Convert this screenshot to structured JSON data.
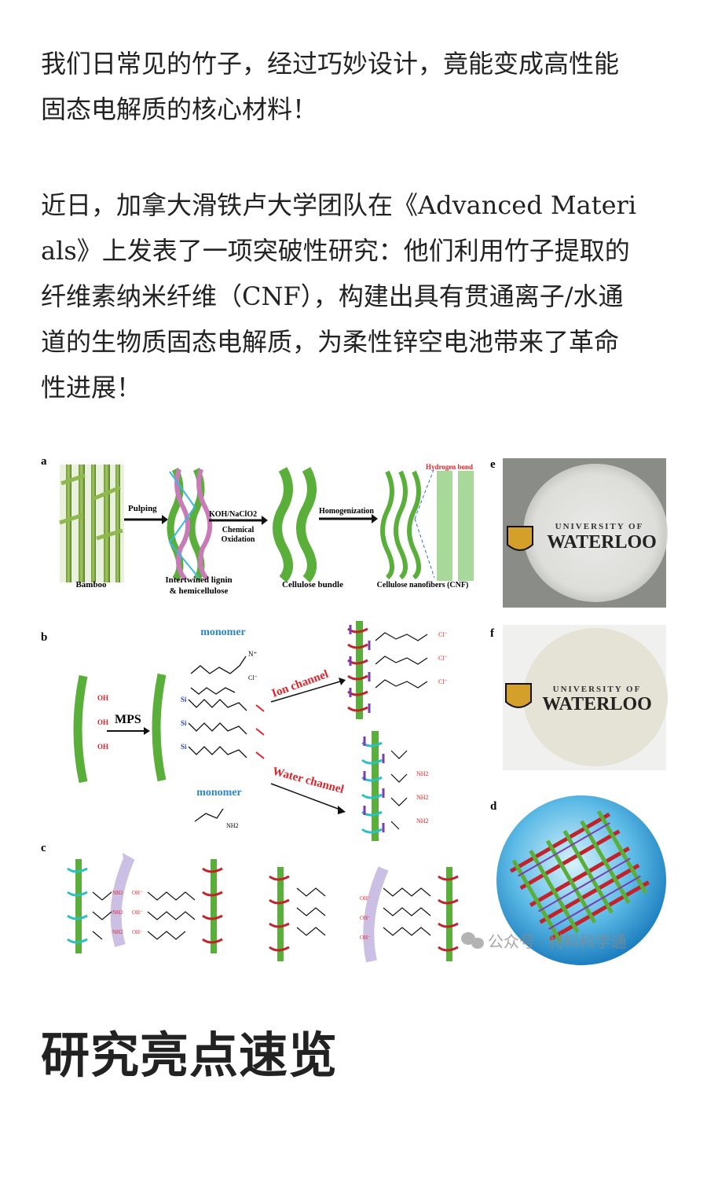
{
  "article": {
    "paragraph1": [
      "我们日常见的竹子，经过巧妙设计，竟能变成高性能",
      "固态电解质的核心材料！"
    ],
    "paragraph2": [
      "近日，加拿大滑铁卢大学团队在《Advanced Materi",
      "als》上发表了一项突破性研究：他们利用竹子提取的",
      "纤维素纳米纤维（CNF），构建出具有贯通离子/水通",
      "道的生物质固态电解质，为柔性锌空电池带来了革命",
      "性进展！"
    ],
    "heading": "研究亮点速览"
  },
  "figure": {
    "panel_labels": {
      "a": "a",
      "b": "b",
      "c": "c",
      "d": "d",
      "e": "e",
      "f": "f"
    },
    "panel_a": {
      "bamboo": "Bamboo",
      "pulping": "Pulping",
      "lignin_1": "Intertwined lignin",
      "lignin_2": "& hemicellulose",
      "koh": "KOH/NaClO2",
      "chem_1": "Chemical",
      "chem_2": "Oxidation",
      "bundle": "Cellulose bundle",
      "homogenization": "Homogenization",
      "cnf": "Cellulose nanofibers (CNF)",
      "hbond": "Hydrogen bond"
    },
    "panel_b": {
      "oh": "OH",
      "mps": "MPS",
      "monomer_top": "monomer",
      "monomer_bottom": "monomer",
      "ion_channel": "Ion channel",
      "water_channel": "Water channel",
      "cl": "Cl⁻",
      "n_plus": "N⁺",
      "nh2": "NH2",
      "si": "Si",
      "oh_minus": "OH⁻"
    },
    "panel_e_text_1": "UNIVERSITY OF",
    "panel_e_text_2": "WATERLOO",
    "watermark": {
      "icon": "wechat-icon",
      "text": "公众号 · 材料科学通"
    },
    "colors": {
      "fiber_green": "#5aae3a",
      "label_red": "#e0242a",
      "label_blue": "#2e86c8",
      "lignin_pink": "#c97bb8",
      "hemi_cyan": "#3bb7e0"
    }
  }
}
